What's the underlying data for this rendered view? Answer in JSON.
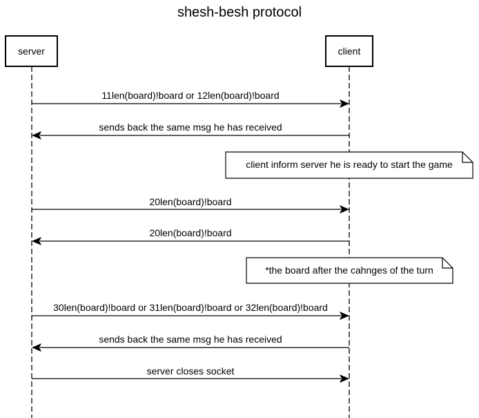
{
  "title": "shesh-besh protocol",
  "participants": [
    {
      "id": "server",
      "label": "server"
    },
    {
      "id": "client",
      "label": "client"
    }
  ],
  "messages": [
    {
      "from": "server",
      "to": "client",
      "label": "11len(board)!board or 12len(board)!board"
    },
    {
      "from": "client",
      "to": "server",
      "label": "sends back the same msg he has received"
    },
    {
      "from": "server",
      "to": "client",
      "label": "20len(board)!board"
    },
    {
      "from": "client",
      "to": "server",
      "label": "20len(board)!board"
    },
    {
      "from": "server",
      "to": "client",
      "label": "30len(board)!board or 31len(board)!board or 32len(board)!board"
    },
    {
      "from": "client",
      "to": "server",
      "label": "sends back the same msg he has received"
    },
    {
      "from": "server",
      "to": "client",
      "label": "server closes socket"
    }
  ],
  "notes": [
    {
      "label": "client inform server he is ready to start the game"
    },
    {
      "label": "*the board after the cahnges of the turn"
    }
  ]
}
